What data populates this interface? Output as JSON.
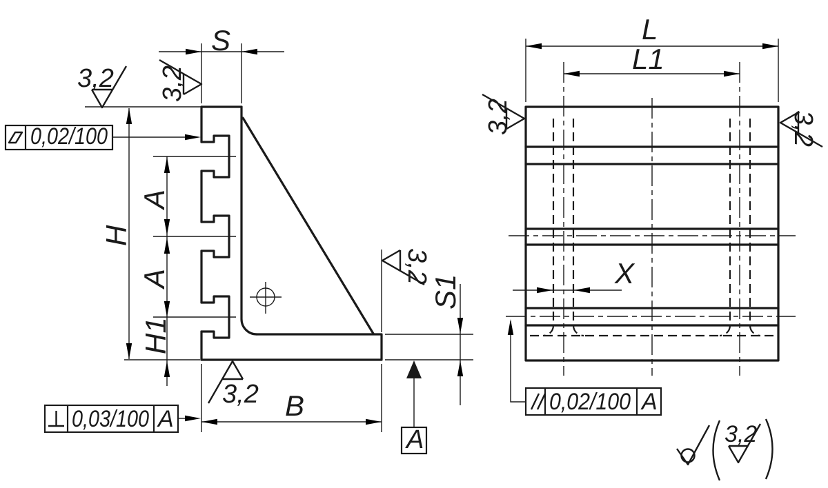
{
  "drawing": {
    "dimensions": {
      "s": "S",
      "h": "H",
      "a_upper": "A",
      "a_lower": "A",
      "h1": "H1",
      "b": "B",
      "s1": "S1",
      "l": "L",
      "l1": "L1",
      "x": "X"
    },
    "surface_roughness": {
      "value": "3,2"
    },
    "tolerances": {
      "flatness": {
        "value": "0,02/100"
      },
      "perpendicularity": {
        "value": "0,03/100",
        "datum": "A"
      },
      "parallelism": {
        "value": "0,02/100",
        "datum": "A"
      }
    },
    "datum": {
      "label": "A"
    },
    "general_note": {
      "roughness": "3,2"
    }
  }
}
